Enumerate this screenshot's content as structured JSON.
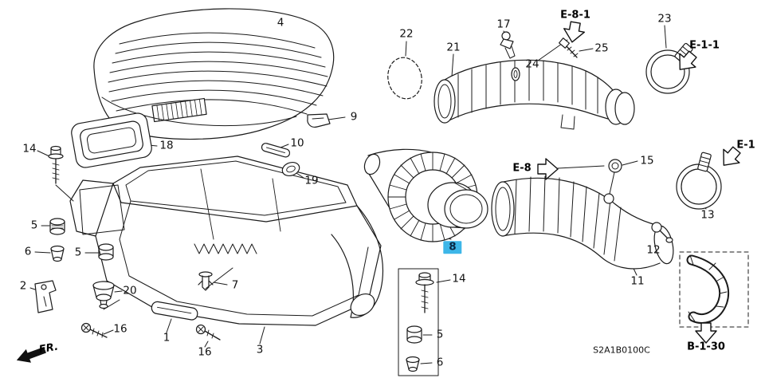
{
  "diagram": {
    "part_labels": [
      {
        "text": "4"
      },
      {
        "text": "22"
      },
      {
        "text": "17"
      },
      {
        "text": "23"
      },
      {
        "text": "21"
      },
      {
        "text": "25"
      },
      {
        "text": "24"
      },
      {
        "text": "9"
      },
      {
        "text": "14"
      },
      {
        "text": "18"
      },
      {
        "text": "10"
      },
      {
        "text": "19"
      },
      {
        "text": "15"
      },
      {
        "text": "13"
      },
      {
        "text": "5"
      },
      {
        "text": "6"
      },
      {
        "text": "5"
      },
      {
        "text": "8"
      },
      {
        "text": "12"
      },
      {
        "text": "2"
      },
      {
        "text": "20"
      },
      {
        "text": "7"
      },
      {
        "text": "14"
      },
      {
        "text": "11"
      },
      {
        "text": "16"
      },
      {
        "text": "1"
      },
      {
        "text": "16"
      },
      {
        "text": "3"
      },
      {
        "text": "5"
      },
      {
        "text": "6"
      }
    ],
    "ref_labels": [
      {
        "text": "E-8-1"
      },
      {
        "text": "E-1-1"
      },
      {
        "text": "E-1"
      },
      {
        "text": "E-8"
      },
      {
        "text": "B-1-30"
      }
    ],
    "diagram_code": "S2A1B0100C",
    "fr_label": "FR.",
    "highlighted_part": "8",
    "highlight_color": "#3db6e8",
    "line_color": "#1b1b1b",
    "background_color": "#ffffff"
  }
}
